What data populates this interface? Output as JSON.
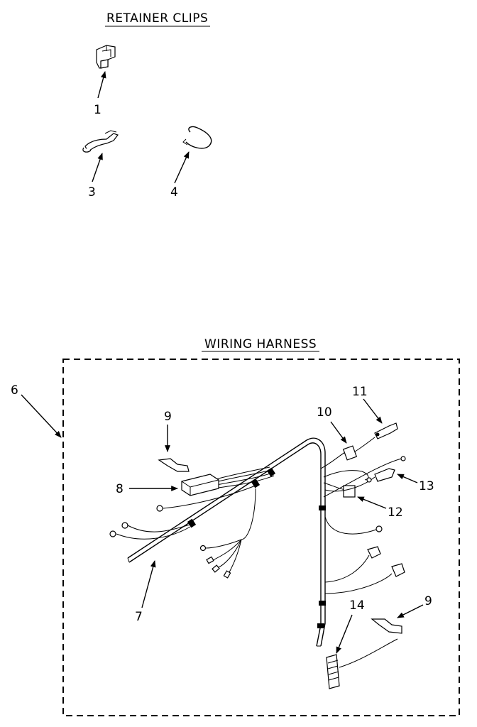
{
  "sections": {
    "retainer_clips": {
      "title": "RETAINER CLIPS"
    },
    "wiring_harness": {
      "title": "WIRING HARNESS"
    }
  },
  "callouts": {
    "c1": "1",
    "c3": "3",
    "c4": "4",
    "c6": "6",
    "c7": "7",
    "c8": "8",
    "c9a": "9",
    "c9b": "9",
    "c10": "10",
    "c11": "11",
    "c12": "12",
    "c13": "13",
    "c14": "14"
  }
}
